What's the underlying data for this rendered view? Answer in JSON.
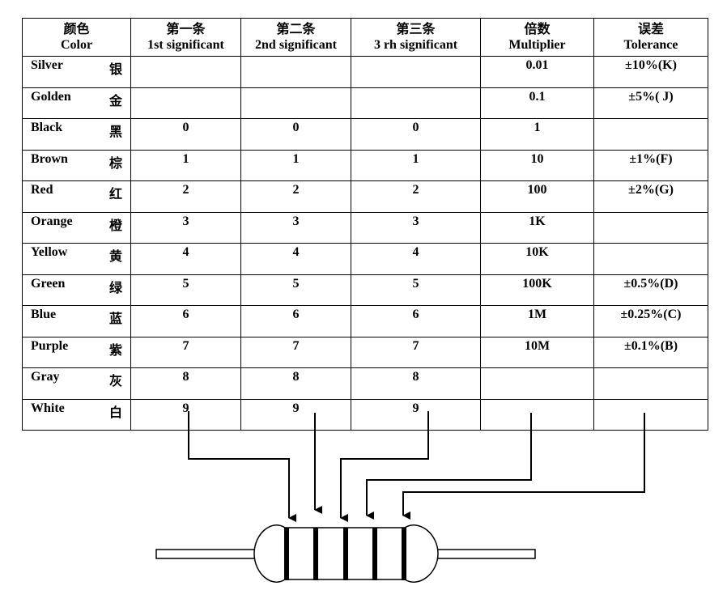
{
  "headers": [
    {
      "cn": "颜色",
      "en": "Color"
    },
    {
      "cn": "第一条",
      "en": "1st significant"
    },
    {
      "cn": "第二条",
      "en": "2nd significant"
    },
    {
      "cn": "第三条",
      "en": "3 rh significant"
    },
    {
      "cn": "倍数",
      "en": "Multiplier"
    },
    {
      "cn": "误差",
      "en": "Tolerance"
    }
  ],
  "rows": [
    {
      "en": "Silver",
      "cn": "银",
      "d1": "",
      "d2": "",
      "d3": "",
      "mult": "0.01",
      "tol": "±10%(K)"
    },
    {
      "en": "Golden",
      "cn": "金",
      "d1": "",
      "d2": "",
      "d3": "",
      "mult": "0.1",
      "tol": "±5%( J)"
    },
    {
      "en": "Black",
      "cn": "黑",
      "d1": "0",
      "d2": "0",
      "d3": "0",
      "mult": "1",
      "tol": ""
    },
    {
      "en": "Brown",
      "cn": "棕",
      "d1": "1",
      "d2": "1",
      "d3": "1",
      "mult": "10",
      "tol": "±1%(F)"
    },
    {
      "en": "Red",
      "cn": "红",
      "d1": "2",
      "d2": "2",
      "d3": "2",
      "mult": "100",
      "tol": "±2%(G)"
    },
    {
      "en": "Orange",
      "cn": "橙",
      "d1": "3",
      "d2": "3",
      "d3": "3",
      "mult": "1K",
      "tol": ""
    },
    {
      "en": "Yellow",
      "cn": "黄",
      "d1": "4",
      "d2": "4",
      "d3": "4",
      "mult": "10K",
      "tol": ""
    },
    {
      "en": "Green",
      "cn": "绿",
      "d1": "5",
      "d2": "5",
      "d3": "5",
      "mult": "100K",
      "tol": "±0.5%(D)"
    },
    {
      "en": "Blue",
      "cn": "蓝",
      "d1": "6",
      "d2": "6",
      "d3": "6",
      "mult": "1M",
      "tol": "±0.25%(C)"
    },
    {
      "en": "Purple",
      "cn": "紫",
      "d1": "7",
      "d2": "7",
      "d3": "7",
      "mult": "10M",
      "tol": "±0.1%(B)"
    },
    {
      "en": "Gray",
      "cn": "灰",
      "d1": "8",
      "d2": "8",
      "d3": "8",
      "mult": "",
      "tol": ""
    },
    {
      "en": "White",
      "cn": "白",
      "d1": "9",
      "d2": "9",
      "d3": "9",
      "mult": "",
      "tol": ""
    }
  ],
  "colors": {
    "line": "#000000",
    "background": "#ffffff"
  }
}
